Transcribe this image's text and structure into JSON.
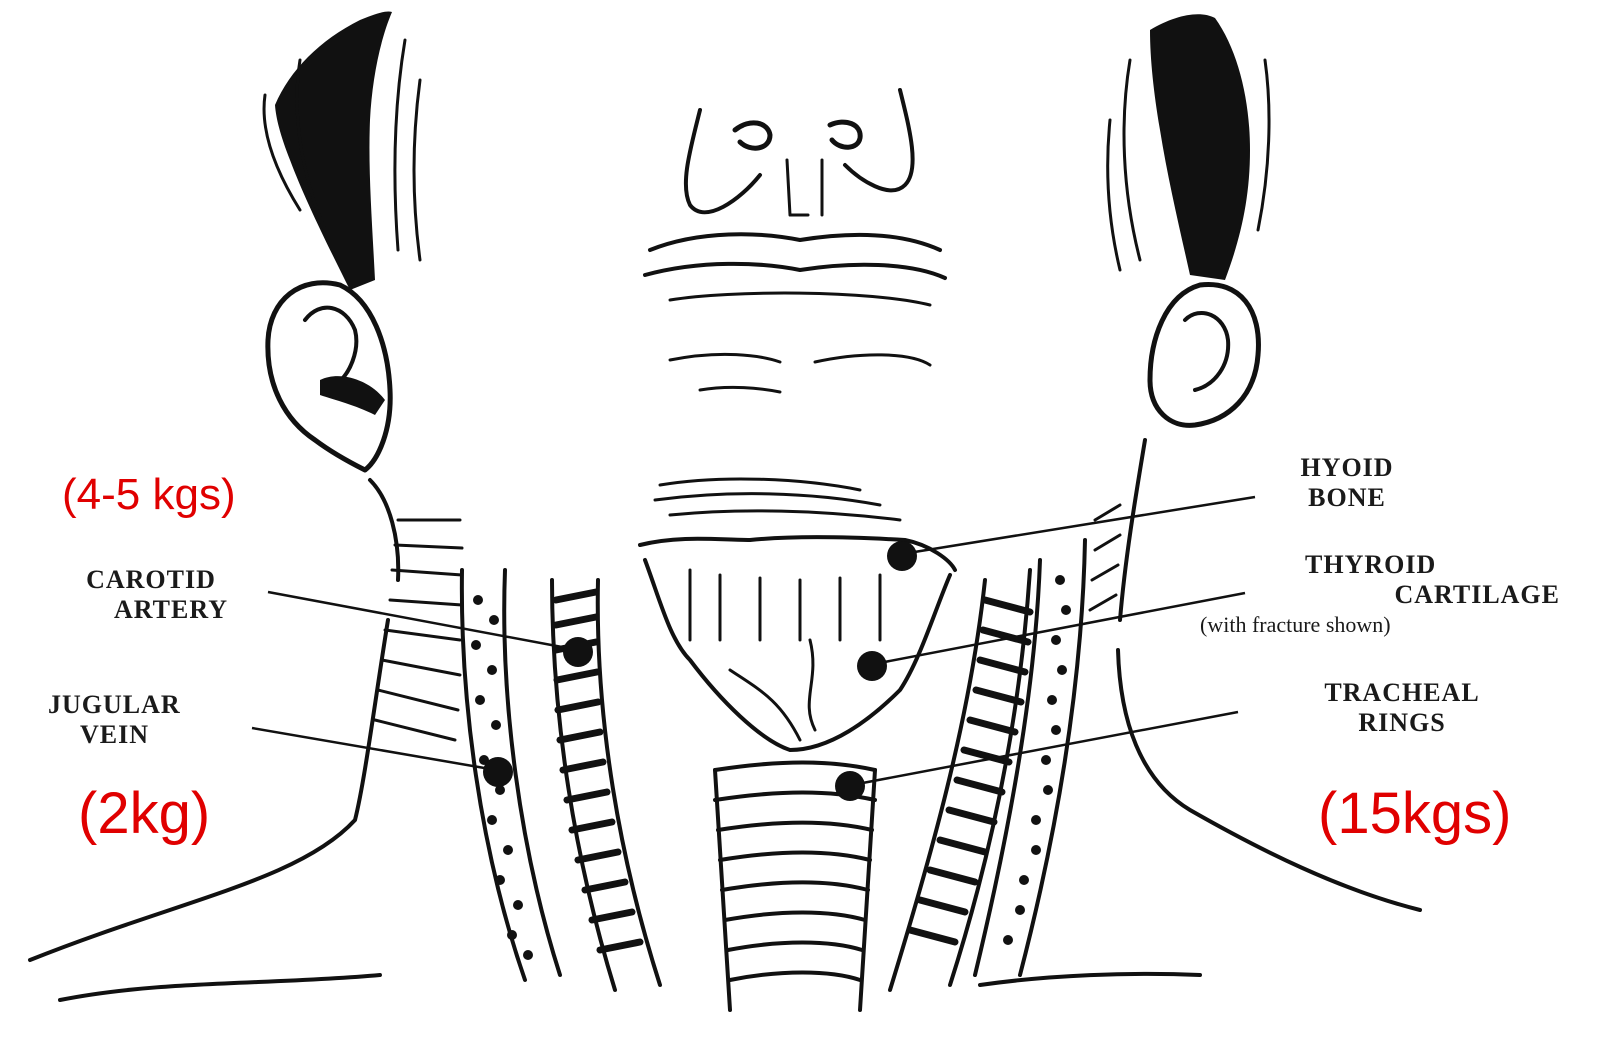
{
  "labels": {
    "hyoid_bone": {
      "line1": "HYOID",
      "line2": "BONE"
    },
    "thyroid_cartilage": {
      "line1": "THYROID",
      "line2": "CARTILAGE",
      "note": "(with fracture shown)"
    },
    "tracheal_rings": {
      "line1": "TRACHEAL",
      "line2": "RINGS"
    },
    "carotid_artery": {
      "line1": "CAROTID",
      "line2": "ARTERY"
    },
    "jugular_vein": {
      "line1": "JUGULAR",
      "line2": "VEIN"
    }
  },
  "annotations": {
    "carotid_force": "(4-5 kgs)",
    "jugular_force": "(2kg)",
    "trachea_force": "(15kgs)",
    "color": "#e00000"
  },
  "style": {
    "ink_color": "#111111",
    "background": "#ffffff"
  }
}
